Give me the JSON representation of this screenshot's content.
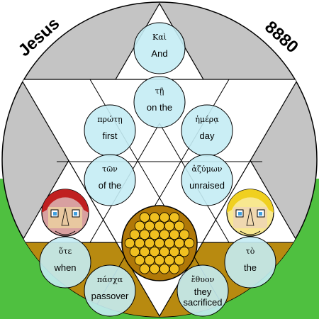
{
  "corner_labels": {
    "name": "Jesus",
    "number": "8880"
  },
  "bubbles": [
    {
      "id": "and",
      "greek": "Καὶ",
      "english": [
        "And"
      ]
    },
    {
      "id": "on-the",
      "greek": "τῇ",
      "english": [
        "on the"
      ]
    },
    {
      "id": "first",
      "greek": "πρώτῃ",
      "english": [
        "first"
      ]
    },
    {
      "id": "day",
      "greek": "ἡμέρᾳ",
      "english": [
        "day"
      ]
    },
    {
      "id": "of-the",
      "greek": "τῶν",
      "english": [
        "of the"
      ]
    },
    {
      "id": "unraised",
      "greek": "ἀζύμων",
      "english": [
        "unraised"
      ]
    },
    {
      "id": "when",
      "greek": "ὅτε",
      "english": [
        "when"
      ]
    },
    {
      "id": "the",
      "greek": "τὸ",
      "english": [
        "the"
      ]
    },
    {
      "id": "passover",
      "greek": "πάσχα",
      "english": [
        "passover"
      ]
    },
    {
      "id": "sacrificed",
      "greek": "ἔθυον",
      "english": [
        "they",
        "sacrificed"
      ]
    }
  ],
  "colors": {
    "background": "#ffffff",
    "disc": "#c4c4c4",
    "star": "#ffffff",
    "green": "#4fc040",
    "gold": "#b88a10",
    "bubble": "#c4ecf4",
    "honeycomb_fill": "#f0c020",
    "honeycomb_bg": "#b07808",
    "outline": "#000000"
  }
}
